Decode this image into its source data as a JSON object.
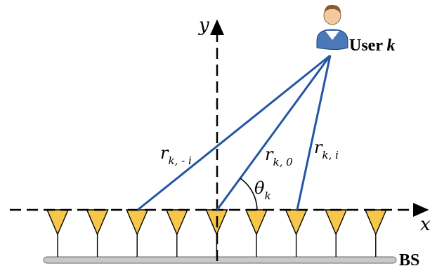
{
  "diagram": {
    "axes": {
      "x_label": "x",
      "y_label": "y"
    },
    "user_label": {
      "prefix": "User ",
      "index": "k"
    },
    "base_station_label": "BS",
    "antenna_count": 9,
    "distance_labels": {
      "left": {
        "symbol": "r",
        "subscript": "k, - i"
      },
      "center": {
        "symbol": "r",
        "subscript": "k, 0"
      },
      "right": {
        "symbol": "r",
        "subscript": "k, i"
      }
    },
    "angle_label": {
      "symbol": "θ",
      "subscript": "k"
    },
    "colors": {
      "ray": "#2456a4",
      "antenna_fill": "#f7c64a",
      "antenna_stroke": "#000000",
      "bs_bar": "#c8c8c8",
      "user_body": "#4a78b8",
      "user_head": "#f3c9a0"
    }
  }
}
